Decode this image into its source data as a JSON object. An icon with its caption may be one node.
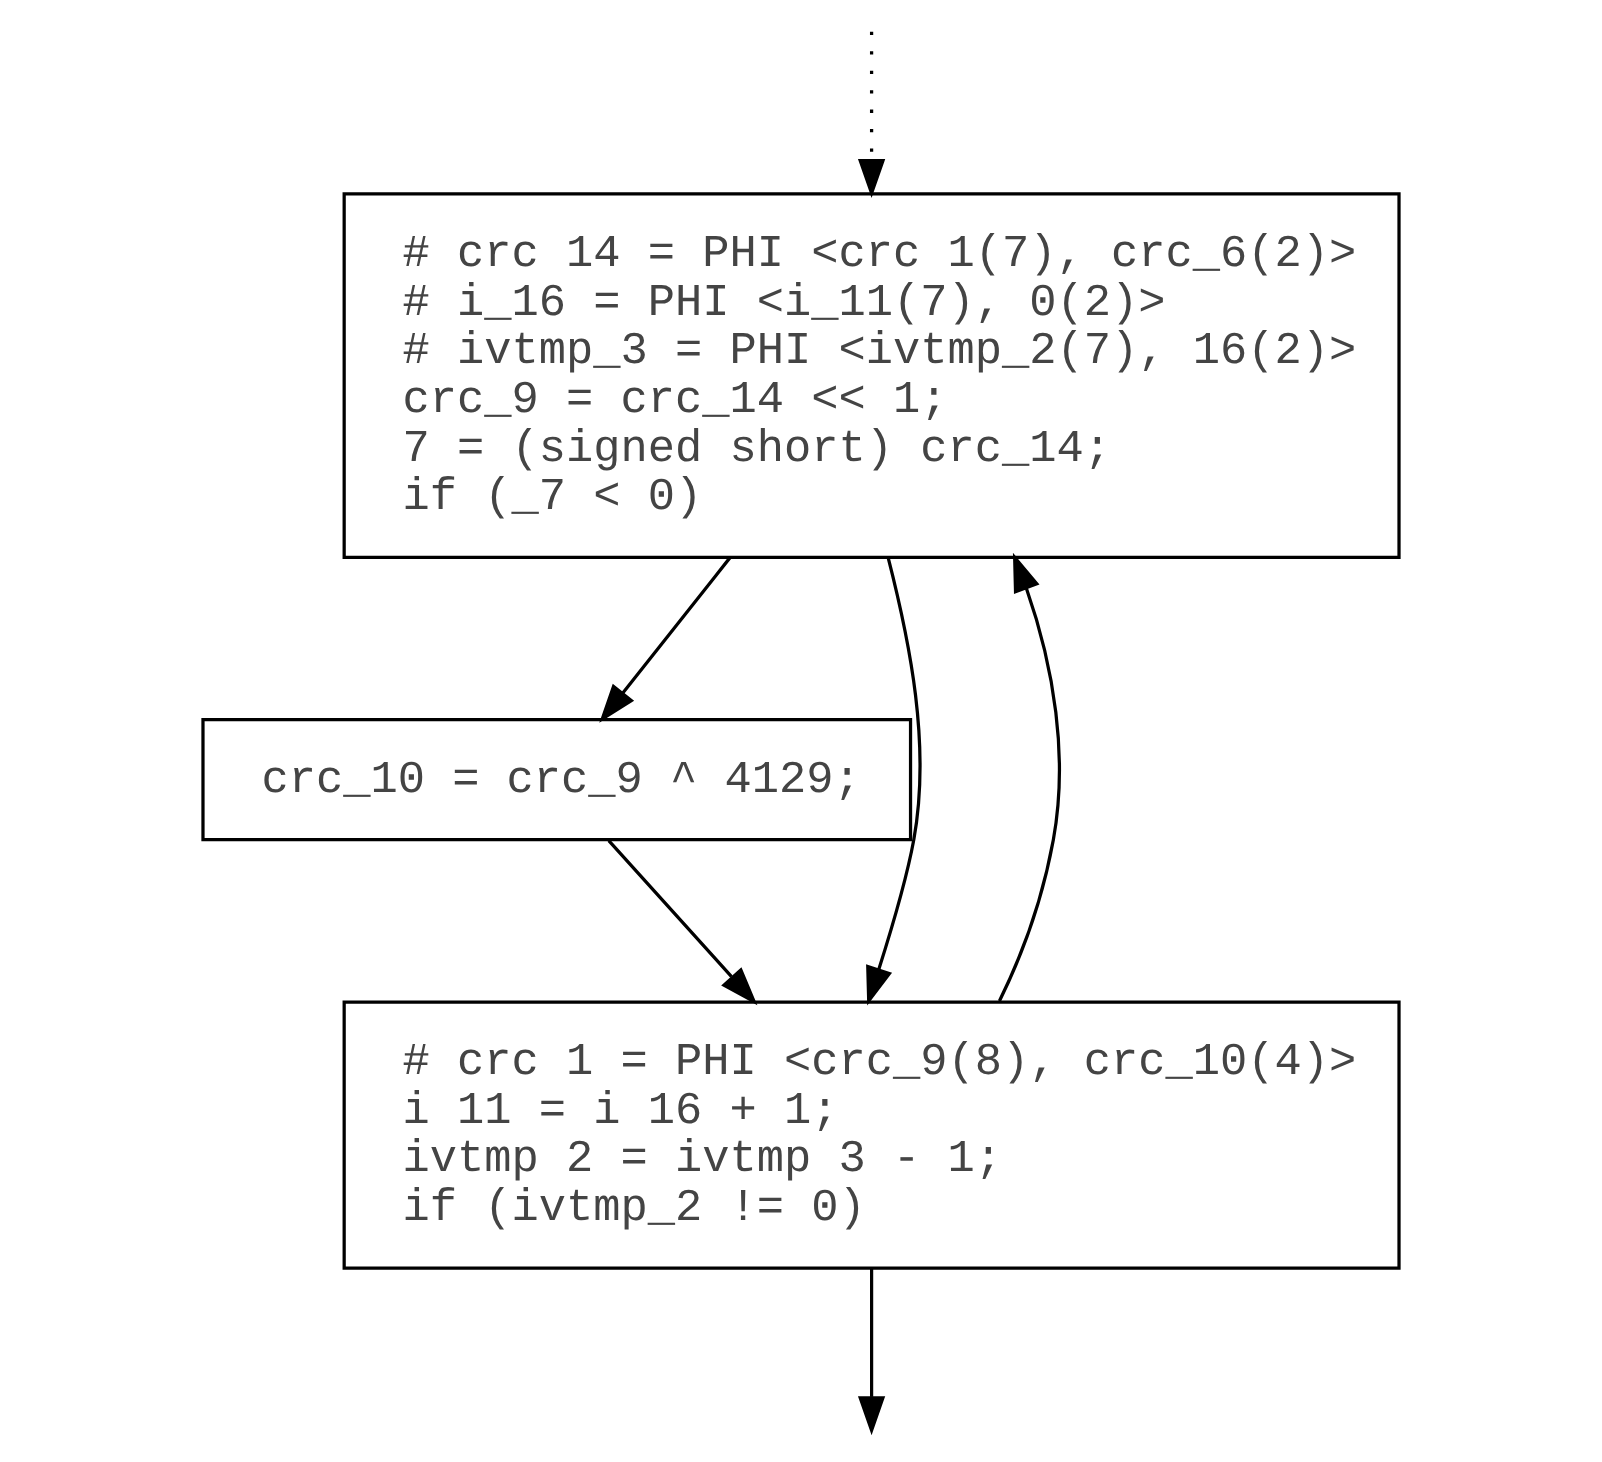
{
  "diagram": {
    "nodes": [
      {
        "text": [
          "# crc 14 = PHI <crc 1(7), crc_6(2)>",
          "# i_16 = PHI <i_11(7), 0(2)>",
          "# ivtmp_3 = PHI <ivtmp_2(7), 16(2)>",
          "crc_9 = crc_14 << 1;",
          "7 = (signed short) crc_14;",
          "if (_7 < 0)"
        ]
      },
      {
        "text": [
          "crc_10 = crc_9 ^ 4129;"
        ]
      },
      {
        "text": [
          "# crc 1 = PHI <crc_9(8), crc_10(4)>",
          "i 11 = i 16 + 1;",
          "ivtmp 2 = ivtmp 3 - 1;",
          "if (ivtmp_2 != 0)"
        ]
      }
    ],
    "edges": [
      {
        "from": null,
        "to": 0,
        "arrow": "to",
        "style": "dashed"
      },
      {
        "from": 0,
        "to": 1,
        "arrow": "to"
      },
      {
        "from": 0,
        "to": 2,
        "arrow": "to"
      },
      {
        "from": 1,
        "to": 2,
        "arrow": "to"
      },
      {
        "from": 2,
        "to": 0,
        "arrow": "to"
      },
      {
        "from": 2,
        "to": null,
        "arrow": "to"
      }
    ]
  }
}
